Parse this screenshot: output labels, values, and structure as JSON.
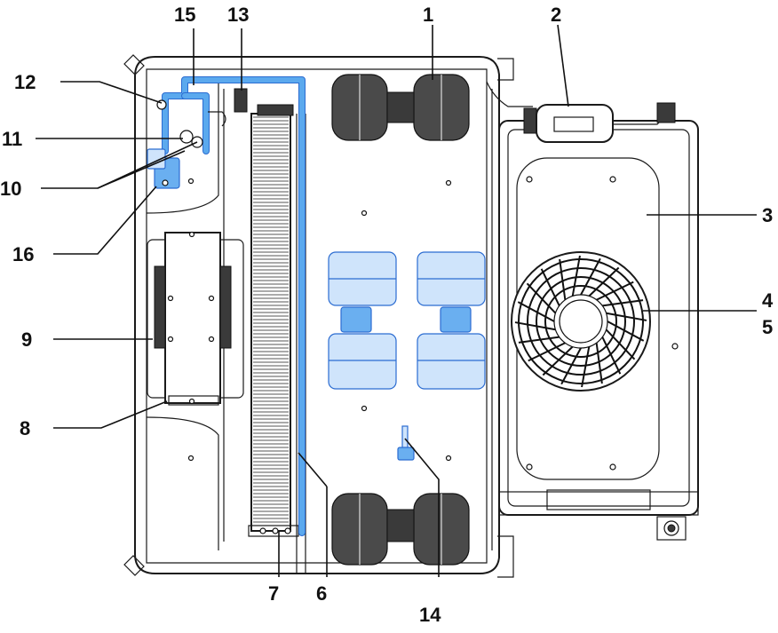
{
  "callouts": [
    {
      "id": "c1",
      "text": "1"
    },
    {
      "id": "c2",
      "text": "2"
    },
    {
      "id": "c3",
      "text": "3"
    },
    {
      "id": "c4",
      "text": "4"
    },
    {
      "id": "c5",
      "text": "5"
    },
    {
      "id": "c6",
      "text": "6"
    },
    {
      "id": "c7",
      "text": "7"
    },
    {
      "id": "c8",
      "text": "8"
    },
    {
      "id": "c9",
      "text": "9"
    },
    {
      "id": "c10",
      "text": "10"
    },
    {
      "id": "c11",
      "text": "11"
    },
    {
      "id": "c12",
      "text": "12"
    },
    {
      "id": "c13",
      "text": "13"
    },
    {
      "id": "c14",
      "text": "14"
    },
    {
      "id": "c15",
      "text": "15"
    },
    {
      "id": "c16",
      "text": "16"
    }
  ],
  "colors": {
    "line": "#1a1a1a",
    "highlight_fill": "#6aaff0",
    "highlight_stroke": "#2b6cd1",
    "highlight_light": "#cfe4fb"
  }
}
